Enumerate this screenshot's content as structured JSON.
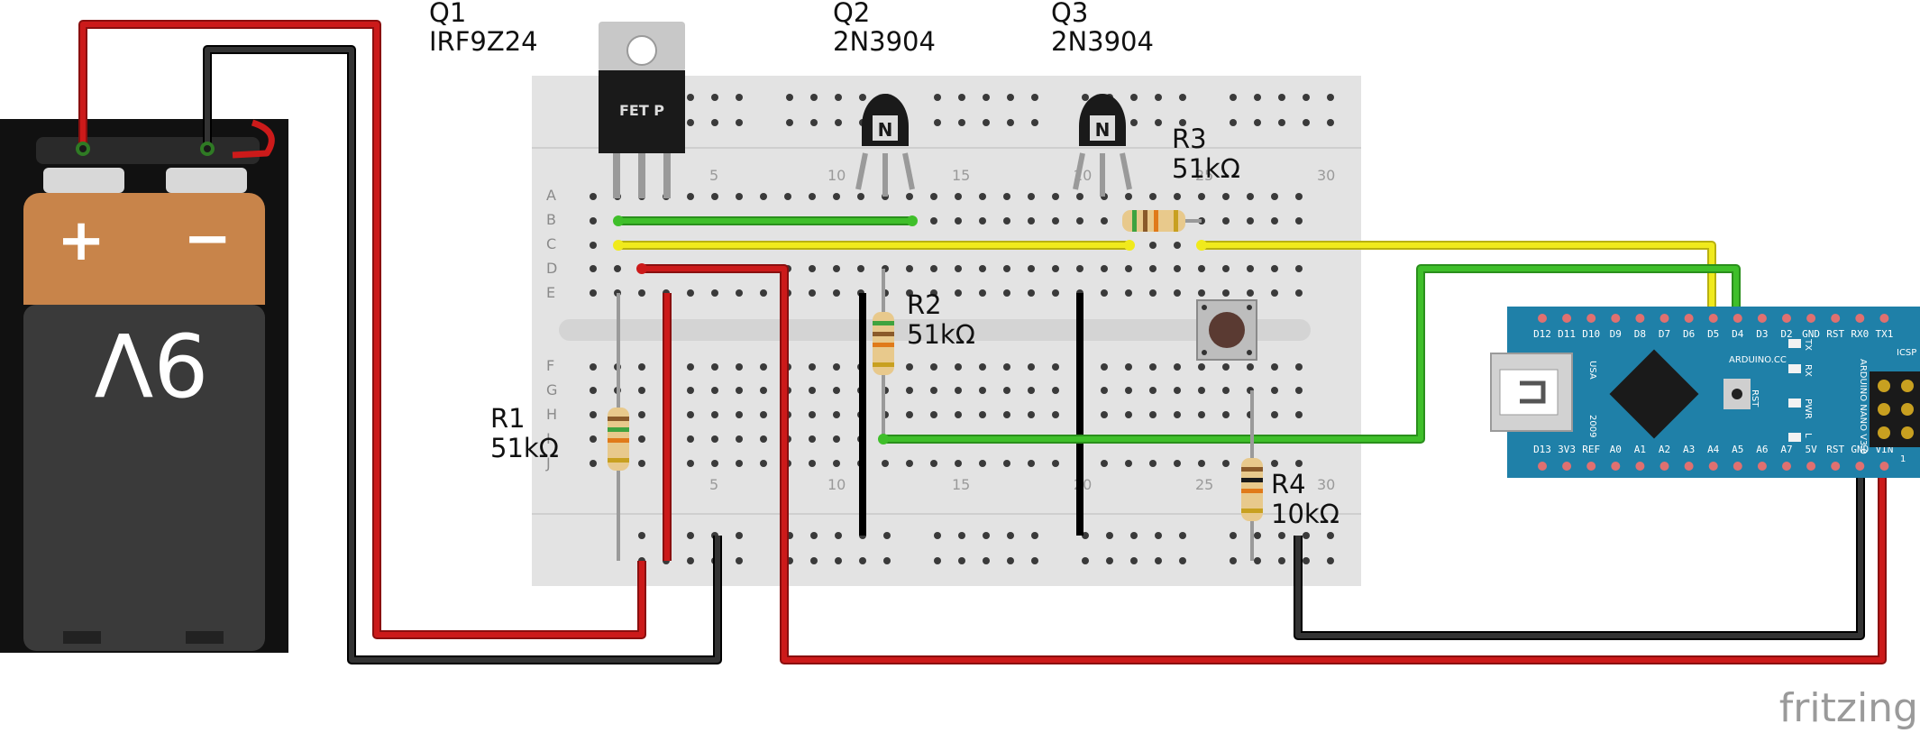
{
  "components": {
    "q1": {
      "ref": "Q1",
      "part": "IRF9Z24",
      "body_text": "FET P"
    },
    "q2": {
      "ref": "Q2",
      "part": "2N3904",
      "body_text": "N"
    },
    "q3": {
      "ref": "Q3",
      "part": "2N3904",
      "body_text": "N"
    },
    "r1": {
      "ref": "R1",
      "value": "51kΩ"
    },
    "r2": {
      "ref": "R2",
      "value": "51kΩ"
    },
    "r3": {
      "ref": "R3",
      "value": "51kΩ"
    },
    "r4": {
      "ref": "R4",
      "value": "10kΩ"
    }
  },
  "battery": {
    "plus": "+",
    "minus": "−",
    "voltage": "9V"
  },
  "breadboard": {
    "rows_top": [
      "A",
      "B",
      "C",
      "D",
      "E"
    ],
    "rows_bottom": [
      "F",
      "G",
      "H",
      "I",
      "J"
    ],
    "column_numbers": [
      "5",
      "10",
      "15",
      "20",
      "25",
      "30"
    ]
  },
  "arduino": {
    "top_pins": [
      "D12",
      "D11",
      "D10",
      "D9",
      "D8",
      "D7",
      "D6",
      "D5",
      "D4",
      "D3",
      "D2",
      "GND",
      "RST",
      "RX0",
      "TX1"
    ],
    "bottom_pins": [
      "D13",
      "3V3",
      "REF",
      "A0",
      "A1",
      "A2",
      "A3",
      "A4",
      "A5",
      "A6",
      "A7",
      "5V",
      "RST",
      "GND",
      "VIN"
    ],
    "silk_brand": "ARDUINO.CC",
    "silk_model": "ARDUINO NANO V3.0",
    "silk_usa": "USA",
    "silk_year": "2009",
    "silk_icsp": "ICSP",
    "silk_rst": "RST",
    "leds": [
      "TX",
      "RX",
      "PWR",
      "L"
    ],
    "one_mark": "1"
  },
  "watermark": "fritzing",
  "colors": {
    "red_wire": "#cc1a1a",
    "black_wire": "#222222",
    "green_wire": "#3fbf2a",
    "yellow_wire": "#f0ea1c",
    "breadboard": "#e3e3e3",
    "arduino_pcb": "#1f80a8",
    "battery_top": "#c8844a"
  }
}
